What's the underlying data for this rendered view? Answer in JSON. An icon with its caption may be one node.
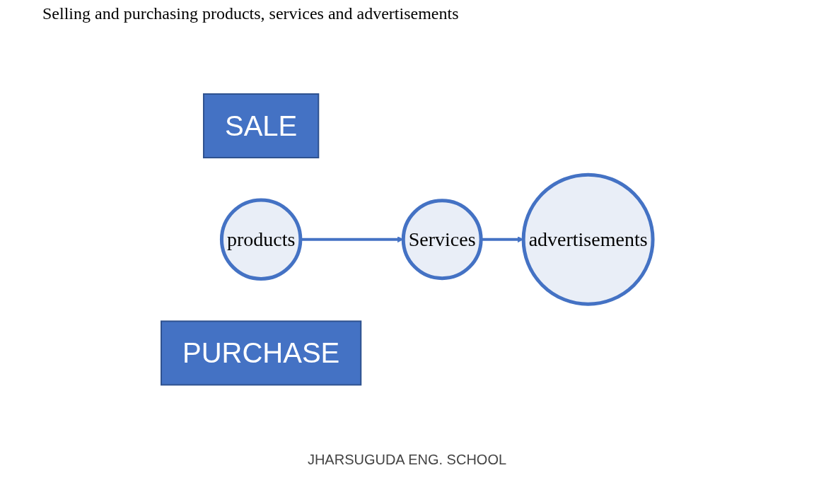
{
  "diagram": {
    "title": "Selling and purchasing products, services and advertisements",
    "nodes": [
      {
        "text": [
          "SALE"
        ]
      },
      {
        "text": [
          "products"
        ]
      },
      {
        "text": [
          "Services"
        ]
      },
      {
        "text": [
          "advertisements"
        ]
      },
      {
        "text": [
          "PURCHASE"
        ]
      }
    ],
    "edges": [
      {
        "from": 1,
        "to": 2,
        "arrow": "to"
      },
      {
        "from": 2,
        "to": 3,
        "arrow": "to"
      }
    ],
    "labels": [
      "JHARSUGUDA ENG. SCHOOL"
    ]
  }
}
